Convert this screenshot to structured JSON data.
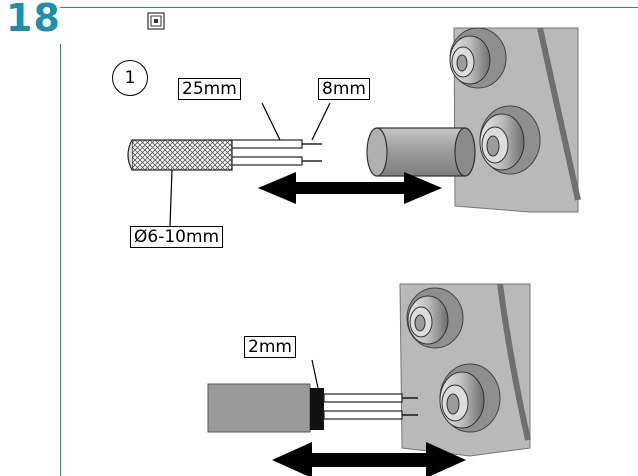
{
  "page": {
    "number": "18"
  },
  "figure_top": {
    "step": "1",
    "labels": {
      "strip_length": "25mm",
      "wire_end": "8mm",
      "cable_diameter": "Ø6-10mm"
    }
  },
  "figure_bottom": {
    "labels": {
      "sheath_gap": "2mm"
    }
  },
  "icons": {
    "small_box": "square-in-square-icon",
    "arrows": "double-arrow-icon",
    "glands": "cable-gland-icon"
  },
  "colors": {
    "accent": "#1a8fb0",
    "panel": "#b9b9b9",
    "sleeve": "#9a9a9a"
  }
}
